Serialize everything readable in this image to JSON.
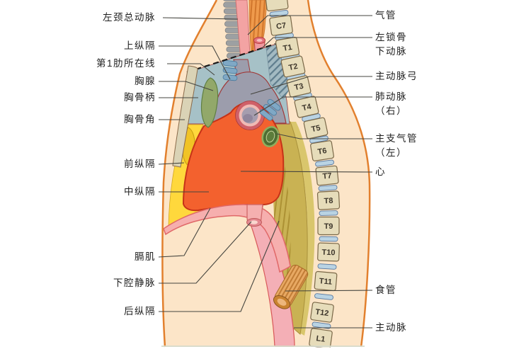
{
  "labels": {
    "left": [
      {
        "text": "左颈总动脉"
      },
      {
        "text": "上纵隔"
      },
      {
        "text": "第1肋所在线"
      },
      {
        "text": "胸腺"
      },
      {
        "text": "胸骨柄"
      },
      {
        "text": "胸骨角"
      },
      {
        "text": "前纵隔"
      },
      {
        "text": "中纵隔"
      },
      {
        "text": "膈肌"
      },
      {
        "text": "下腔静脉"
      },
      {
        "text": "后纵隔"
      }
    ],
    "right": [
      {
        "l1": "气管",
        "l2": ""
      },
      {
        "l1": "左锁骨",
        "l2": "下动脉"
      },
      {
        "l1": "主动脉弓",
        "l2": ""
      },
      {
        "l1": "肺动脉",
        "l2": "（右）"
      },
      {
        "l1": "主支气管",
        "l2": "（左）"
      },
      {
        "l1": "心",
        "l2": ""
      },
      {
        "l1": "食管",
        "l2": ""
      },
      {
        "l1": "主动脉",
        "l2": ""
      }
    ]
  },
  "spine": {
    "labels": [
      "C7",
      "T1",
      "T2",
      "T3",
      "T4",
      "T5",
      "T6",
      "T7",
      "T8",
      "T9",
      "T10",
      "T11",
      "T12",
      "L1"
    ]
  },
  "colors": {
    "heart": "#F3612E",
    "superior_mediastinum": "#A6C1C7",
    "aortic_arch_gray": "#9C9DAC",
    "thymus_green": "#92A86A",
    "anterior_yellow": "#FFD83C",
    "diaphragm_pink": "#F6AFAE",
    "posterior_olive": "#C9B253",
    "vertebra_tan": "#E6DCBA",
    "disc_blue": "#B9D3E3",
    "skin": "#FCE5C8",
    "body_outline": "#E2802E"
  }
}
